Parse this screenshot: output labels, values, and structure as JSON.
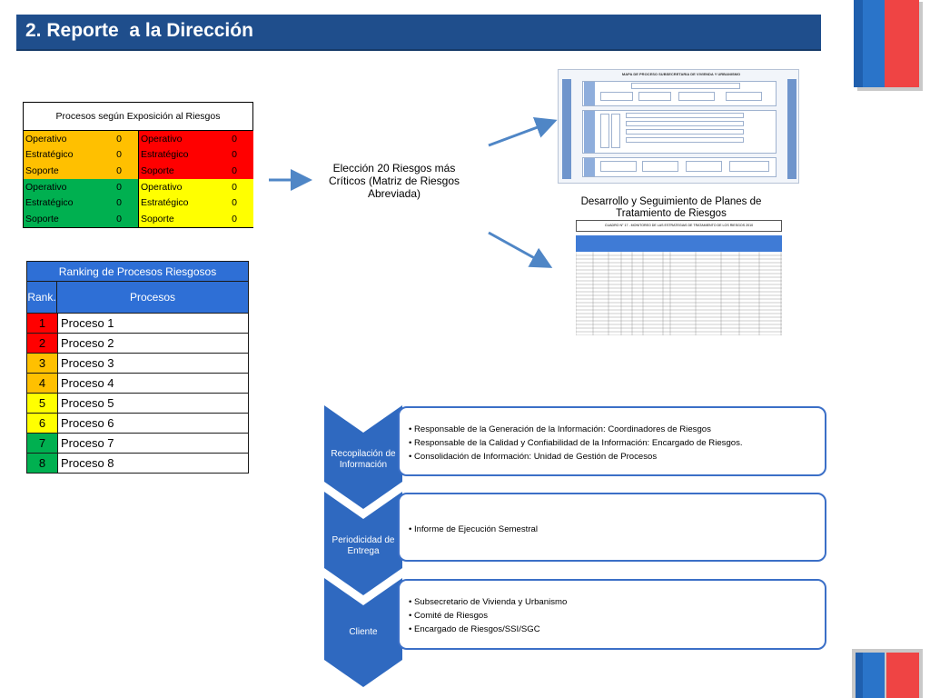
{
  "header": {
    "title": "2. Reporte  a la Dirección"
  },
  "colors": {
    "header_bg": "#1f4e8c",
    "accent_blue": "#2e6fd6",
    "chevron": "#2f69c0",
    "orange": "#ffc000",
    "red": "#ff0000",
    "green": "#00b050",
    "yellow": "#ffff00",
    "arrow": "#4f86c6"
  },
  "exposure_table": {
    "title": "Procesos según Exposición al Riesgos",
    "rows": [
      {
        "left": {
          "label": "Operativo",
          "value": "0",
          "color": "orange"
        },
        "right": {
          "label": "Operativo",
          "value": "0",
          "color": "red"
        }
      },
      {
        "left": {
          "label": "Estratégico",
          "value": "0",
          "color": "orange"
        },
        "right": {
          "label": "Estratégico",
          "value": "0",
          "color": "red"
        }
      },
      {
        "left": {
          "label": "Soporte",
          "value": "0",
          "color": "orange"
        },
        "right": {
          "label": "Soporte",
          "value": "0",
          "color": "red"
        }
      },
      {
        "left": {
          "label": "Operativo",
          "value": "0",
          "color": "green"
        },
        "right": {
          "label": "Operativo",
          "value": "0",
          "color": "yellow"
        }
      },
      {
        "left": {
          "label": "Estratégico",
          "value": "0",
          "color": "green"
        },
        "right": {
          "label": "Estratégico",
          "value": "0",
          "color": "yellow"
        }
      },
      {
        "left": {
          "label": "Soporte",
          "value": "0",
          "color": "green"
        },
        "right": {
          "label": "Soporte",
          "value": "0",
          "color": "yellow"
        }
      }
    ]
  },
  "ranking_table": {
    "title": "Ranking de Procesos Riesgosos",
    "col_rank": "Rank.",
    "col_process": "Procesos",
    "rows": [
      {
        "rank": "1",
        "name": "Proceso 1",
        "color": "red"
      },
      {
        "rank": "2",
        "name": "Proceso 2",
        "color": "red"
      },
      {
        "rank": "3",
        "name": "Proceso 3",
        "color": "orange"
      },
      {
        "rank": "4",
        "name": "Proceso 4",
        "color": "orange"
      },
      {
        "rank": "5",
        "name": "Proceso 5",
        "color": "yellow"
      },
      {
        "rank": "6",
        "name": "Proceso 6",
        "color": "yellow"
      },
      {
        "rank": "7",
        "name": "Proceso 7",
        "color": "green"
      },
      {
        "rank": "8",
        "name": "Proceso 8",
        "color": "green"
      }
    ]
  },
  "election_text": "Elección  20 Riesgos más Críticos (Matriz de Riesgos Abreviada)",
  "followup_text": "Desarrollo y Seguimiento de Planes de Tratamiento de Riesgos",
  "map_thumbnail": {
    "title": "MAPA DE PROCESO SUBSECRETARIA DE VIVIENDA Y URBANISMO"
  },
  "monitor_thumbnail": {
    "title": "CUADRO N° 17 - MONITOREO DE LAS ESTRATEGIAS DE TRATAMIENTO DE LOS RIESGOS 2010"
  },
  "info_blocks": [
    {
      "label": "Recopilación de Información",
      "items": [
        "Responsable de la Generación de la Información: Coordinadores de Riesgos",
        "Responsable de la Calidad y Confiabilidad de la Información: Encargado de Riesgos.",
        "Consolidación de Información: Unidad de Gestión de Procesos"
      ]
    },
    {
      "label": "Periodicidad de Entrega",
      "items": [
        "Informe de Ejecución Semestral"
      ]
    },
    {
      "label": "Cliente",
      "items": [
        "Subsecretario de Vivienda y Urbanismo",
        "Comité de Riesgos",
        "Encargado de Riesgos/SSI/SGC"
      ]
    }
  ]
}
